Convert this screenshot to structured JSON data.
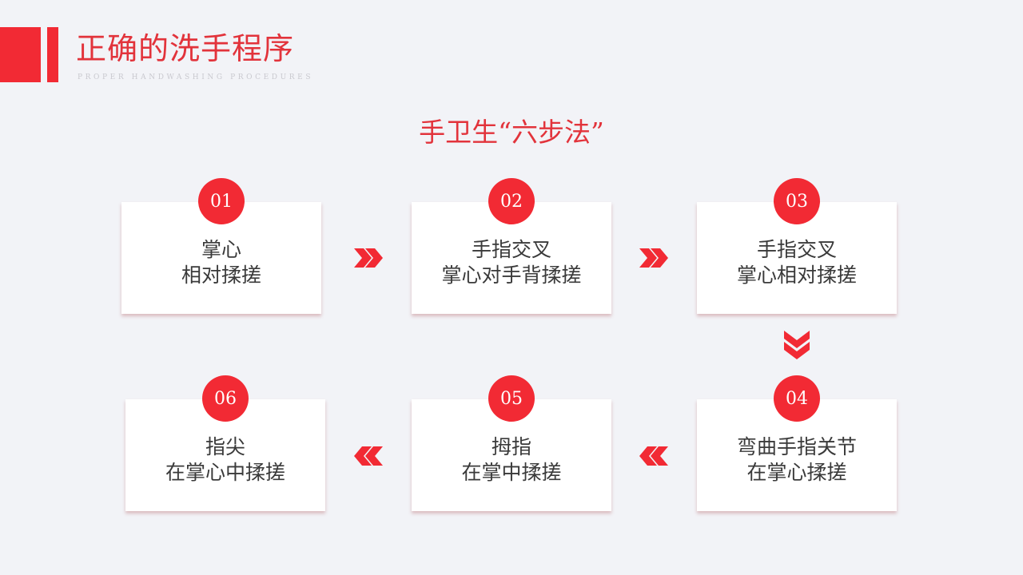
{
  "header": {
    "title": "正确的洗手程序",
    "subtitle": "PROPER HANDWASHING PROCEDURES"
  },
  "section_title": "手卫生“六步法”",
  "colors": {
    "accent": "#f22a34",
    "title_text": "#e2333b",
    "body_text": "#3a3a3a",
    "background": "#f2f3f7",
    "card": "#ffffff"
  },
  "steps": [
    {
      "number": "01",
      "line1": "掌心",
      "line2": "相对揉搓"
    },
    {
      "number": "02",
      "line1": "手指交叉",
      "line2": "掌心对手背揉搓"
    },
    {
      "number": "03",
      "line1": "手指交叉",
      "line2": "掌心相对揉搓"
    },
    {
      "number": "04",
      "line1": "弯曲手指关节",
      "line2": "在掌心揉搓"
    },
    {
      "number": "05",
      "line1": "拇指",
      "line2": "在掌中揉搓"
    },
    {
      "number": "06",
      "line1": "指尖",
      "line2": "在掌心中揉搓"
    }
  ],
  "arrows": [
    {
      "icon": "double-chevron-right-icon"
    },
    {
      "icon": "double-chevron-right-icon"
    },
    {
      "icon": "double-chevron-down-icon"
    },
    {
      "icon": "double-chevron-left-icon"
    },
    {
      "icon": "double-chevron-left-icon"
    }
  ]
}
